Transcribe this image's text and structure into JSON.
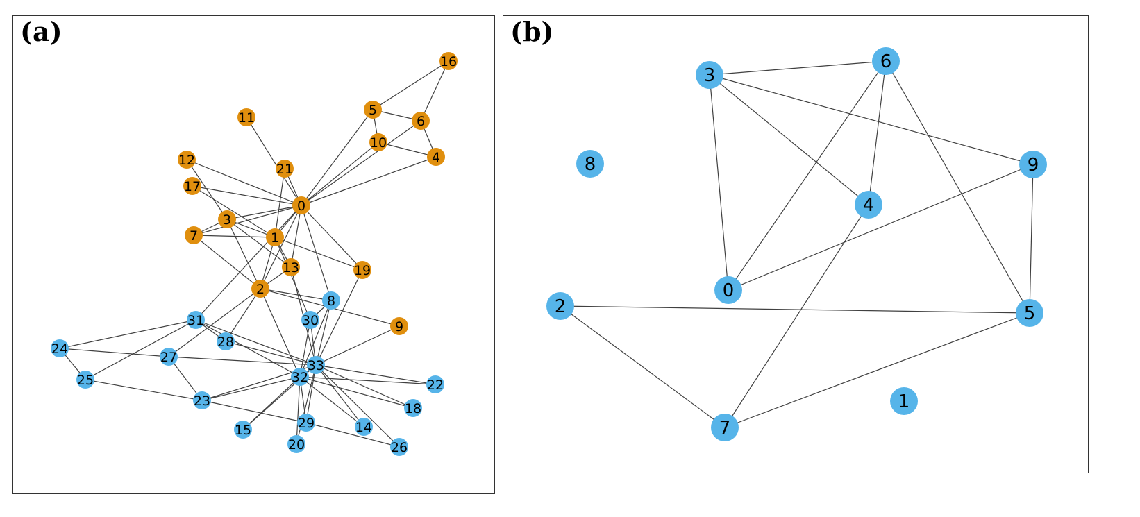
{
  "colors": {
    "orange": "#E08F0E",
    "blue": "#56B4E9",
    "edge": "#404040"
  },
  "panels": [
    {
      "id": "a",
      "label": "(a)",
      "nodes": [
        {
          "id": "0",
          "color": "orange"
        },
        {
          "id": "1",
          "color": "orange"
        },
        {
          "id": "2",
          "color": "orange"
        },
        {
          "id": "3",
          "color": "orange"
        },
        {
          "id": "4",
          "color": "orange"
        },
        {
          "id": "5",
          "color": "orange"
        },
        {
          "id": "6",
          "color": "orange"
        },
        {
          "id": "7",
          "color": "orange"
        },
        {
          "id": "9",
          "color": "orange"
        },
        {
          "id": "10",
          "color": "orange"
        },
        {
          "id": "11",
          "color": "orange"
        },
        {
          "id": "12",
          "color": "orange"
        },
        {
          "id": "13",
          "color": "orange"
        },
        {
          "id": "16",
          "color": "orange"
        },
        {
          "id": "17",
          "color": "orange"
        },
        {
          "id": "19",
          "color": "orange"
        },
        {
          "id": "21",
          "color": "orange"
        },
        {
          "id": "8",
          "color": "blue"
        },
        {
          "id": "14",
          "color": "blue"
        },
        {
          "id": "15",
          "color": "blue"
        },
        {
          "id": "18",
          "color": "blue"
        },
        {
          "id": "20",
          "color": "blue"
        },
        {
          "id": "22",
          "color": "blue"
        },
        {
          "id": "23",
          "color": "blue"
        },
        {
          "id": "24",
          "color": "blue"
        },
        {
          "id": "25",
          "color": "blue"
        },
        {
          "id": "26",
          "color": "blue"
        },
        {
          "id": "27",
          "color": "blue"
        },
        {
          "id": "28",
          "color": "blue"
        },
        {
          "id": "29",
          "color": "blue"
        },
        {
          "id": "30",
          "color": "blue"
        },
        {
          "id": "31",
          "color": "blue"
        },
        {
          "id": "32",
          "color": "blue"
        },
        {
          "id": "33",
          "color": "blue"
        }
      ],
      "edges": [
        [
          "0",
          "1"
        ],
        [
          "0",
          "2"
        ],
        [
          "0",
          "3"
        ],
        [
          "0",
          "4"
        ],
        [
          "0",
          "5"
        ],
        [
          "0",
          "6"
        ],
        [
          "0",
          "7"
        ],
        [
          "0",
          "8"
        ],
        [
          "0",
          "10"
        ],
        [
          "0",
          "11"
        ],
        [
          "0",
          "12"
        ],
        [
          "0",
          "13"
        ],
        [
          "0",
          "17"
        ],
        [
          "0",
          "19"
        ],
        [
          "0",
          "21"
        ],
        [
          "0",
          "31"
        ],
        [
          "1",
          "2"
        ],
        [
          "1",
          "3"
        ],
        [
          "1",
          "7"
        ],
        [
          "1",
          "13"
        ],
        [
          "1",
          "17"
        ],
        [
          "1",
          "19"
        ],
        [
          "1",
          "21"
        ],
        [
          "1",
          "30"
        ],
        [
          "2",
          "3"
        ],
        [
          "2",
          "7"
        ],
        [
          "2",
          "8"
        ],
        [
          "2",
          "9"
        ],
        [
          "2",
          "13"
        ],
        [
          "2",
          "27"
        ],
        [
          "2",
          "28"
        ],
        [
          "2",
          "32"
        ],
        [
          "3",
          "7"
        ],
        [
          "3",
          "12"
        ],
        [
          "3",
          "13"
        ],
        [
          "4",
          "6"
        ],
        [
          "4",
          "10"
        ],
        [
          "5",
          "6"
        ],
        [
          "5",
          "10"
        ],
        [
          "5",
          "16"
        ],
        [
          "6",
          "16"
        ],
        [
          "8",
          "30"
        ],
        [
          "8",
          "32"
        ],
        [
          "8",
          "33"
        ],
        [
          "9",
          "33"
        ],
        [
          "13",
          "33"
        ],
        [
          "14",
          "32"
        ],
        [
          "14",
          "33"
        ],
        [
          "15",
          "32"
        ],
        [
          "15",
          "33"
        ],
        [
          "18",
          "32"
        ],
        [
          "18",
          "33"
        ],
        [
          "19",
          "33"
        ],
        [
          "20",
          "32"
        ],
        [
          "20",
          "33"
        ],
        [
          "22",
          "32"
        ],
        [
          "22",
          "33"
        ],
        [
          "23",
          "25"
        ],
        [
          "23",
          "27"
        ],
        [
          "23",
          "29"
        ],
        [
          "23",
          "32"
        ],
        [
          "23",
          "33"
        ],
        [
          "24",
          "25"
        ],
        [
          "24",
          "27"
        ],
        [
          "24",
          "31"
        ],
        [
          "25",
          "31"
        ],
        [
          "26",
          "29"
        ],
        [
          "26",
          "33"
        ],
        [
          "27",
          "33"
        ],
        [
          "28",
          "31"
        ],
        [
          "28",
          "33"
        ],
        [
          "29",
          "32"
        ],
        [
          "29",
          "33"
        ],
        [
          "30",
          "32"
        ],
        [
          "30",
          "33"
        ],
        [
          "31",
          "32"
        ],
        [
          "31",
          "33"
        ],
        [
          "32",
          "33"
        ]
      ]
    },
    {
      "id": "b",
      "label": "(b)",
      "nodes": [
        {
          "id": "0",
          "color": "blue"
        },
        {
          "id": "1",
          "color": "blue"
        },
        {
          "id": "2",
          "color": "blue"
        },
        {
          "id": "3",
          "color": "blue"
        },
        {
          "id": "4",
          "color": "blue"
        },
        {
          "id": "5",
          "color": "blue"
        },
        {
          "id": "6",
          "color": "blue"
        },
        {
          "id": "7",
          "color": "blue"
        },
        {
          "id": "8",
          "color": "blue"
        },
        {
          "id": "9",
          "color": "blue"
        }
      ],
      "edges": [
        [
          "3",
          "6"
        ],
        [
          "3",
          "0"
        ],
        [
          "3",
          "4"
        ],
        [
          "3",
          "9"
        ],
        [
          "6",
          "0"
        ],
        [
          "6",
          "4"
        ],
        [
          "6",
          "5"
        ],
        [
          "9",
          "0"
        ],
        [
          "9",
          "5"
        ],
        [
          "4",
          "7"
        ],
        [
          "2",
          "5"
        ],
        [
          "2",
          "7"
        ],
        [
          "7",
          "5"
        ]
      ]
    }
  ]
}
